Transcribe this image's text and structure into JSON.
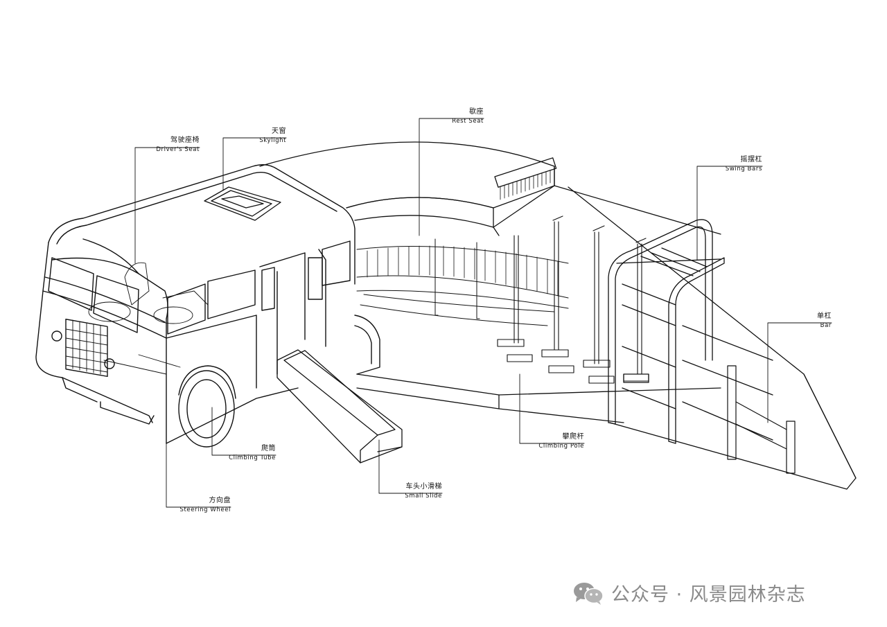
{
  "labels": {
    "drivers_seat": {
      "zh": "驾驶座椅",
      "en": "Driver's Seat"
    },
    "skylight": {
      "zh": "天窗",
      "en": "Skylight"
    },
    "rest_seat": {
      "zh": "歇座",
      "en": "Rest Seat"
    },
    "swing_bars": {
      "zh": "摇摆杠",
      "en": "Swing Bars"
    },
    "bar": {
      "zh": "单杠",
      "en": "Bar"
    },
    "climbing_pole": {
      "zh": "攀爬杆",
      "en": "Climbing Pole"
    },
    "small_slide": {
      "zh": "车头小滑梯",
      "en": "Small Slide"
    },
    "climbing_tube": {
      "zh": "爬筒",
      "en": "Climbing Tube"
    },
    "steering_wheel": {
      "zh": "方向盘",
      "en": "Steering Wheel"
    }
  },
  "watermark": {
    "text": "公众号 · 风景园林杂志",
    "icon": "wechat-icon",
    "color": "#8a8a8a"
  },
  "colors": {
    "line": "#111111",
    "background": "#ffffff"
  }
}
